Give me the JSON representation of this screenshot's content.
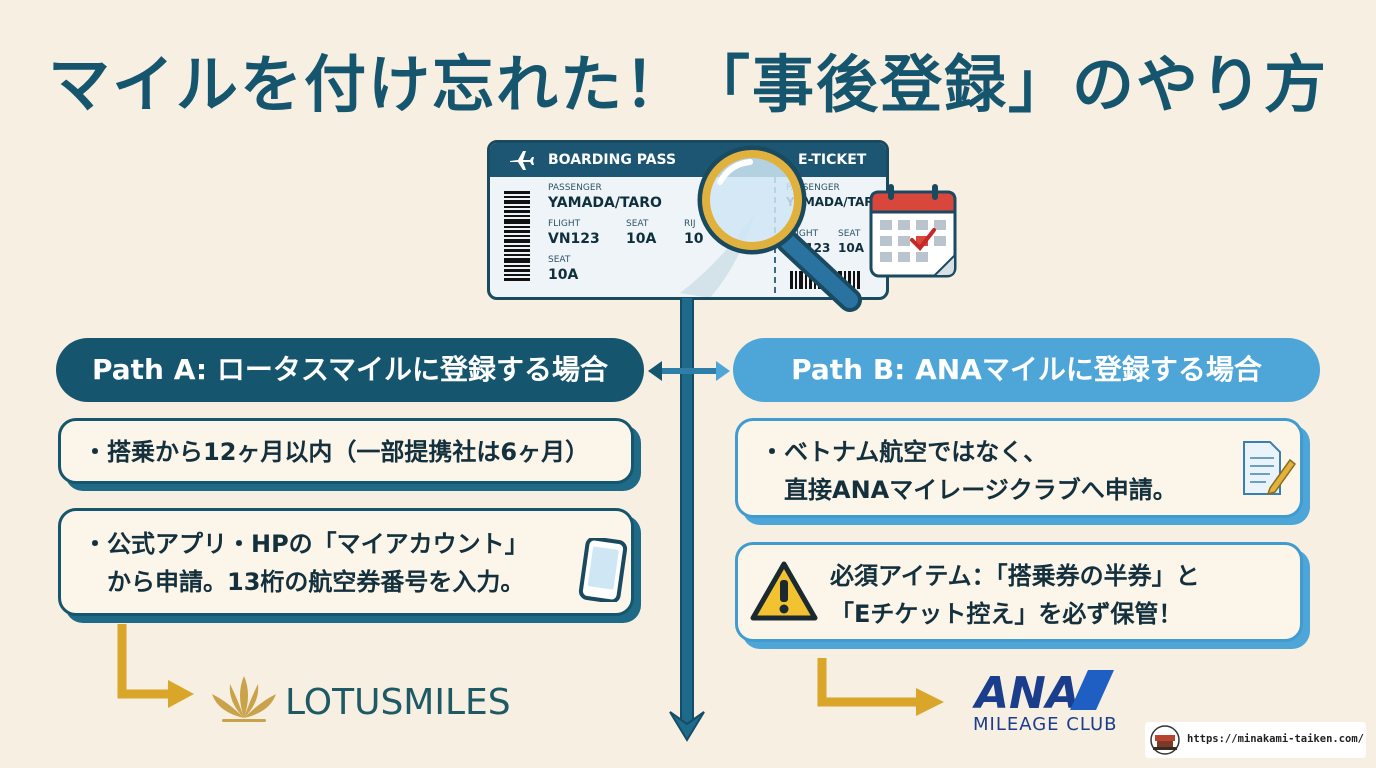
{
  "title": "マイルを付け忘れた！「事後登録」のやり方",
  "ticket": {
    "header_left": "BOARDING PASS",
    "header_right": "E-TICKET",
    "passenger_label": "PASSENGER",
    "passenger_name": "YAMADA/TARO",
    "flight_label": "FLIGHT",
    "flight_value": "VN123",
    "seat_label": "SEAT",
    "seat_value": "10A",
    "seat2_label": "SEAT",
    "seat2_value": "10A",
    "row_label": "RIJ",
    "row_value": "10",
    "stub_passenger_label": "PASSENGER",
    "stub_passenger_name": "YAMADA/TARO",
    "stub_flight_label": "FLIGHT",
    "stub_flight_value": "VN123",
    "stub_seat_label": "SEAT",
    "stub_seat_value": "10A"
  },
  "path_a": {
    "heading": "Path A: ロータスマイルに登録する場合",
    "card1": "・搭乗から12ヶ月以内（一部提携社は6ヶ月）",
    "card2_line1": "・公式アプリ・HPの「マイアカウント」",
    "card2_line2": "　から申請。13桁の航空券番号を入力。",
    "logo_text": "LOTUSMILES"
  },
  "path_b": {
    "heading": "Path B: ANAマイルに登録する場合",
    "card1_line1": "・ベトナム航空ではなく、",
    "card1_line2": "　直接ANAマイレージクラブへ申請。",
    "card2_line1": "必須アイテム：「搭乗券の半券」と",
    "card2_line2": "「Eチケット控え」を必ず保管！",
    "logo_main": "ANA",
    "logo_sub": "MILEAGE CLUB"
  },
  "footer": {
    "url": "https://minakami-taiken.com/"
  },
  "colors": {
    "primary": "#15566e",
    "secondary": "#4ea6d8",
    "accent_arrow": "#d9a62a",
    "background": "#f7efe2"
  }
}
